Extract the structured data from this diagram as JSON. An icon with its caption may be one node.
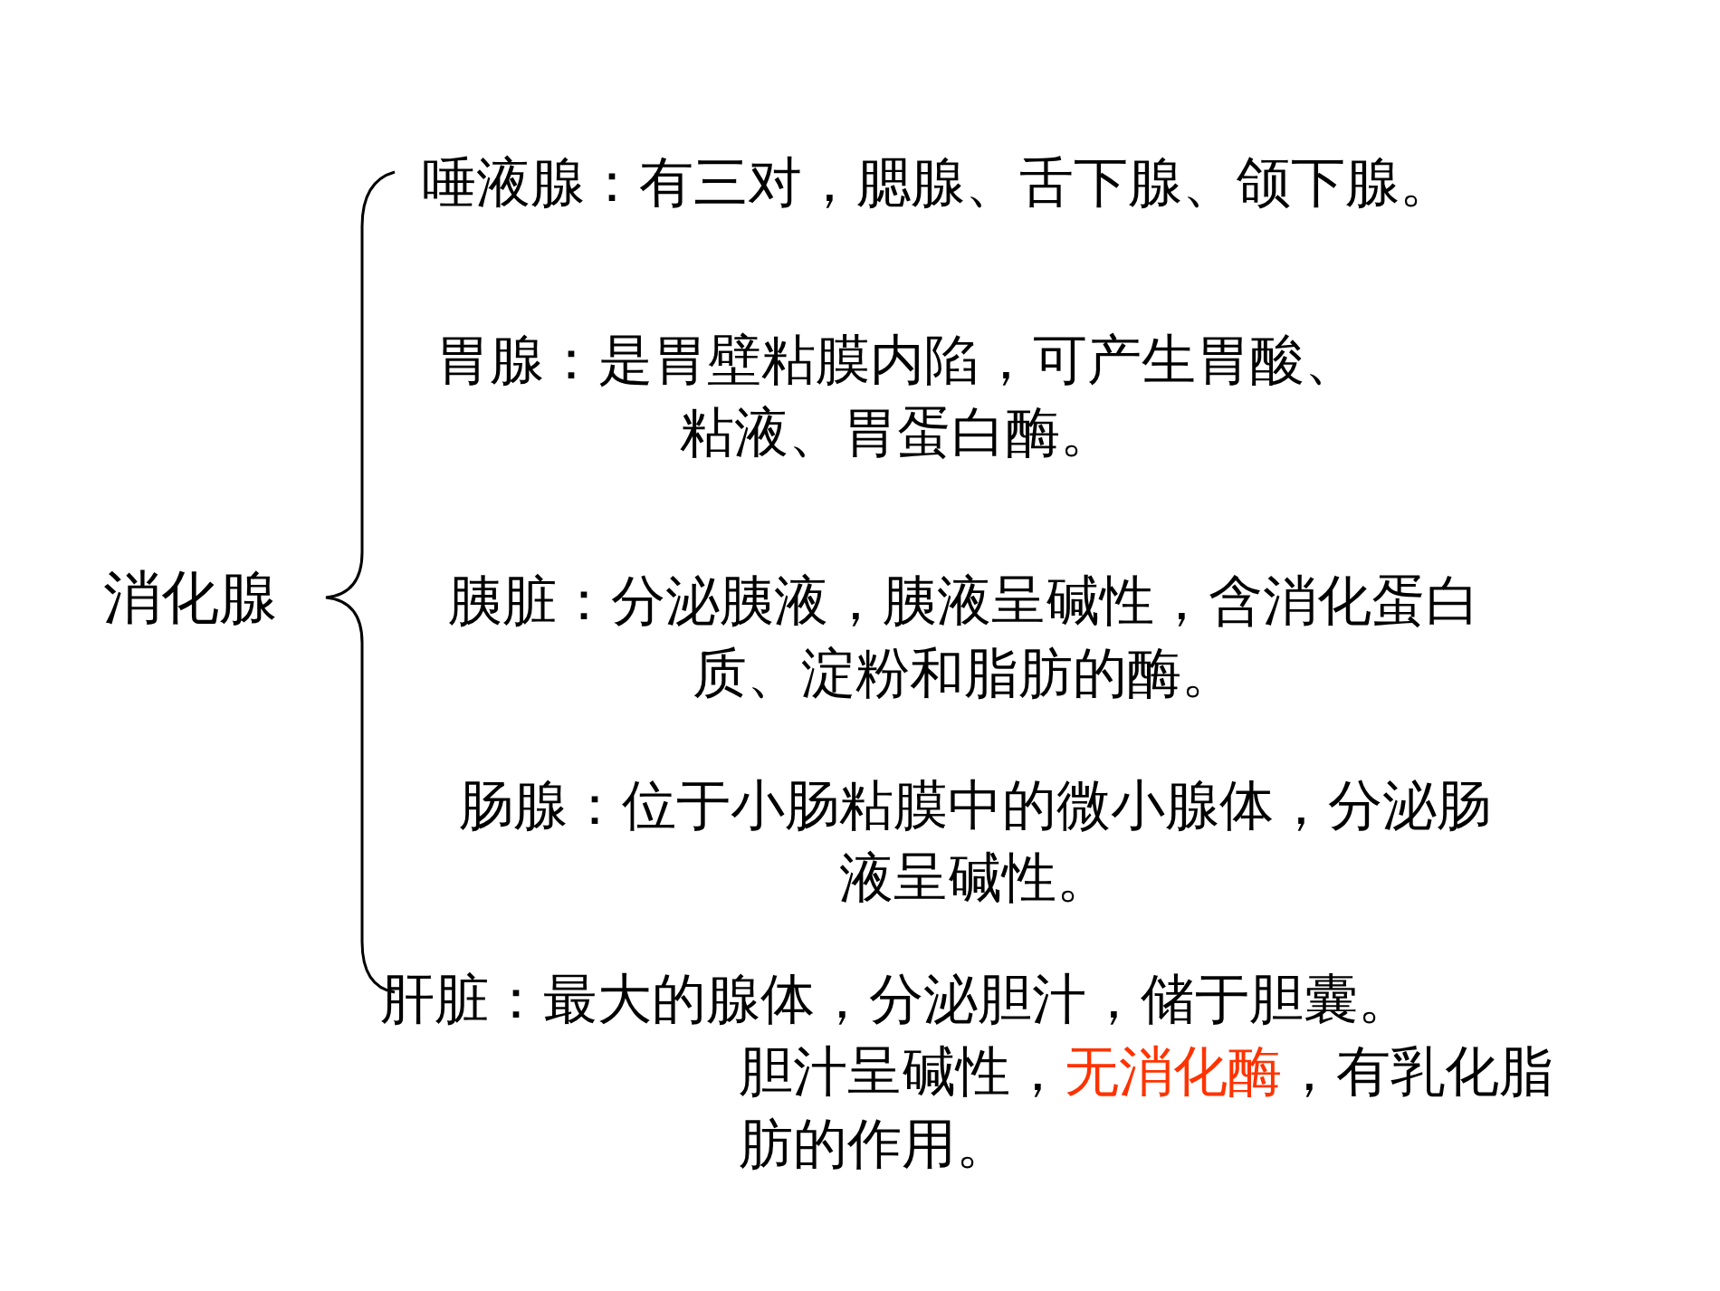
{
  "diagram": {
    "labels": [
      "消化腺",
      "唾液腺：有三对，腮腺、舌下腺、颌下腺。",
      "胃腺：是胃壁粘膜内陷，可产生胃酸、粘液、胃蛋白酶。",
      "胰脏：分泌胰液，胰液呈碱性，含消化蛋白质、淀粉和脂肪的酶。",
      "肠腺：位于小肠粘膜中的微小腺体，分泌肠液呈碱性。",
      "肝脏：最大的腺体，分泌胆汁，储于胆囊。",
      "胆汁呈碱性，",
      "无消化酶",
      "，有乳化脂肪的作用。"
    ]
  }
}
